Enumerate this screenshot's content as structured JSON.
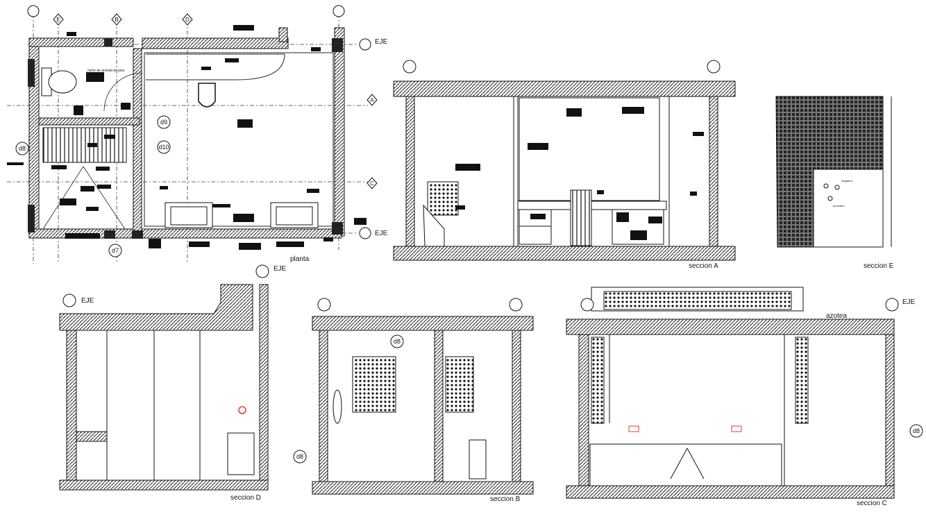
{
  "colors": {
    "ink": "#1a1a1a",
    "wall": "#3a3a3a",
    "hatch": "#555555",
    "accent": "#e53935"
  },
  "labels": {
    "planta": "planta",
    "seccion_a": "seccion A",
    "seccion_b": "seccion B",
    "seccion_c": "seccion C",
    "seccion_d": "seccion D",
    "seccion_e": "seccion E",
    "azotea": "azotea"
  },
  "axis": {
    "eje": "EJE",
    "letters": [
      "E",
      "B",
      "D",
      "A",
      "C"
    ]
  },
  "detail_tags": [
    "d8",
    "d9",
    "d7",
    "d10",
    "d8",
    "d8",
    "d8"
  ],
  "plan_notes": [
    "nicho de aromat en piso"
  ],
  "seccion_e_notes": [
    "regadera",
    "sumidero"
  ]
}
